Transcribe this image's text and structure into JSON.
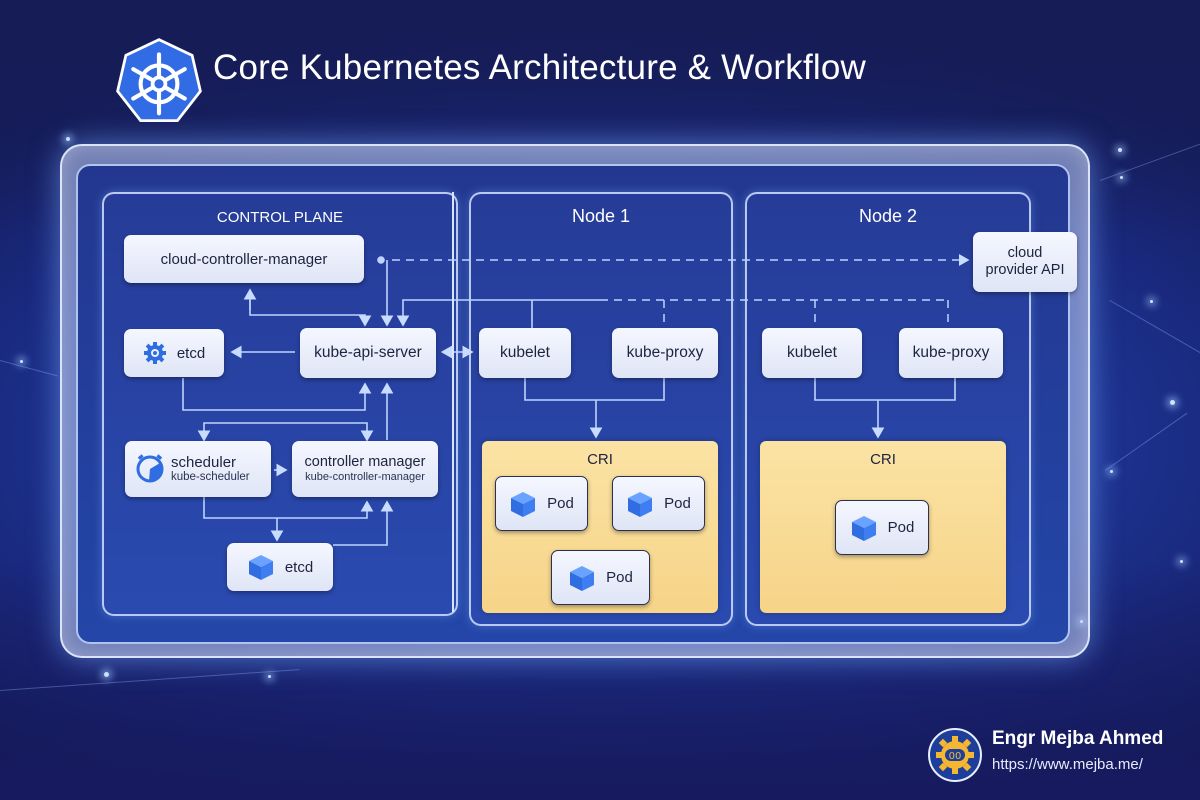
{
  "header": {
    "title": "Core Kubernetes Architecture & Workflow",
    "logo_icon": "kubernetes-helm-icon"
  },
  "control_plane": {
    "title": "CONTROL PLANE",
    "cloud_controller_manager": "cloud-controller-manager",
    "etcd_top": {
      "label": "etcd",
      "icon": "gear-icon"
    },
    "kube_api_server": "kube-api-server",
    "scheduler": {
      "label": "scheduler",
      "sublabel": "kube-scheduler",
      "icon": "clock-dial-icon"
    },
    "controller_manager": {
      "label": "controller manager",
      "sublabel": "kube-controller-manager"
    },
    "etcd_bottom": {
      "label": "etcd",
      "icon": "cube-icon"
    }
  },
  "node1": {
    "title": "Node 1",
    "kubelet": "kubelet",
    "kube_proxy": "kube-proxy",
    "cri": {
      "title": "CRI",
      "pods": [
        "Pod",
        "Pod",
        "Pod"
      ]
    }
  },
  "node2": {
    "title": "Node 2",
    "kubelet": "kubelet",
    "kube_proxy": "kube-proxy",
    "cri": {
      "title": "CRI",
      "pods": [
        "Pod"
      ]
    }
  },
  "cloud_provider_api": {
    "line1": "cloud",
    "line2": "provider API"
  },
  "footer": {
    "name": "Engr Mejba Ahmed",
    "url": "https://www.mejba.me/",
    "logo_text": "00"
  },
  "colors": {
    "background": "#1f3fa6",
    "panel": "#263c98",
    "box": "#eef1fb",
    "cri": "#f8da92",
    "accent": "#326ce5",
    "wire": "#bcd4ff"
  }
}
